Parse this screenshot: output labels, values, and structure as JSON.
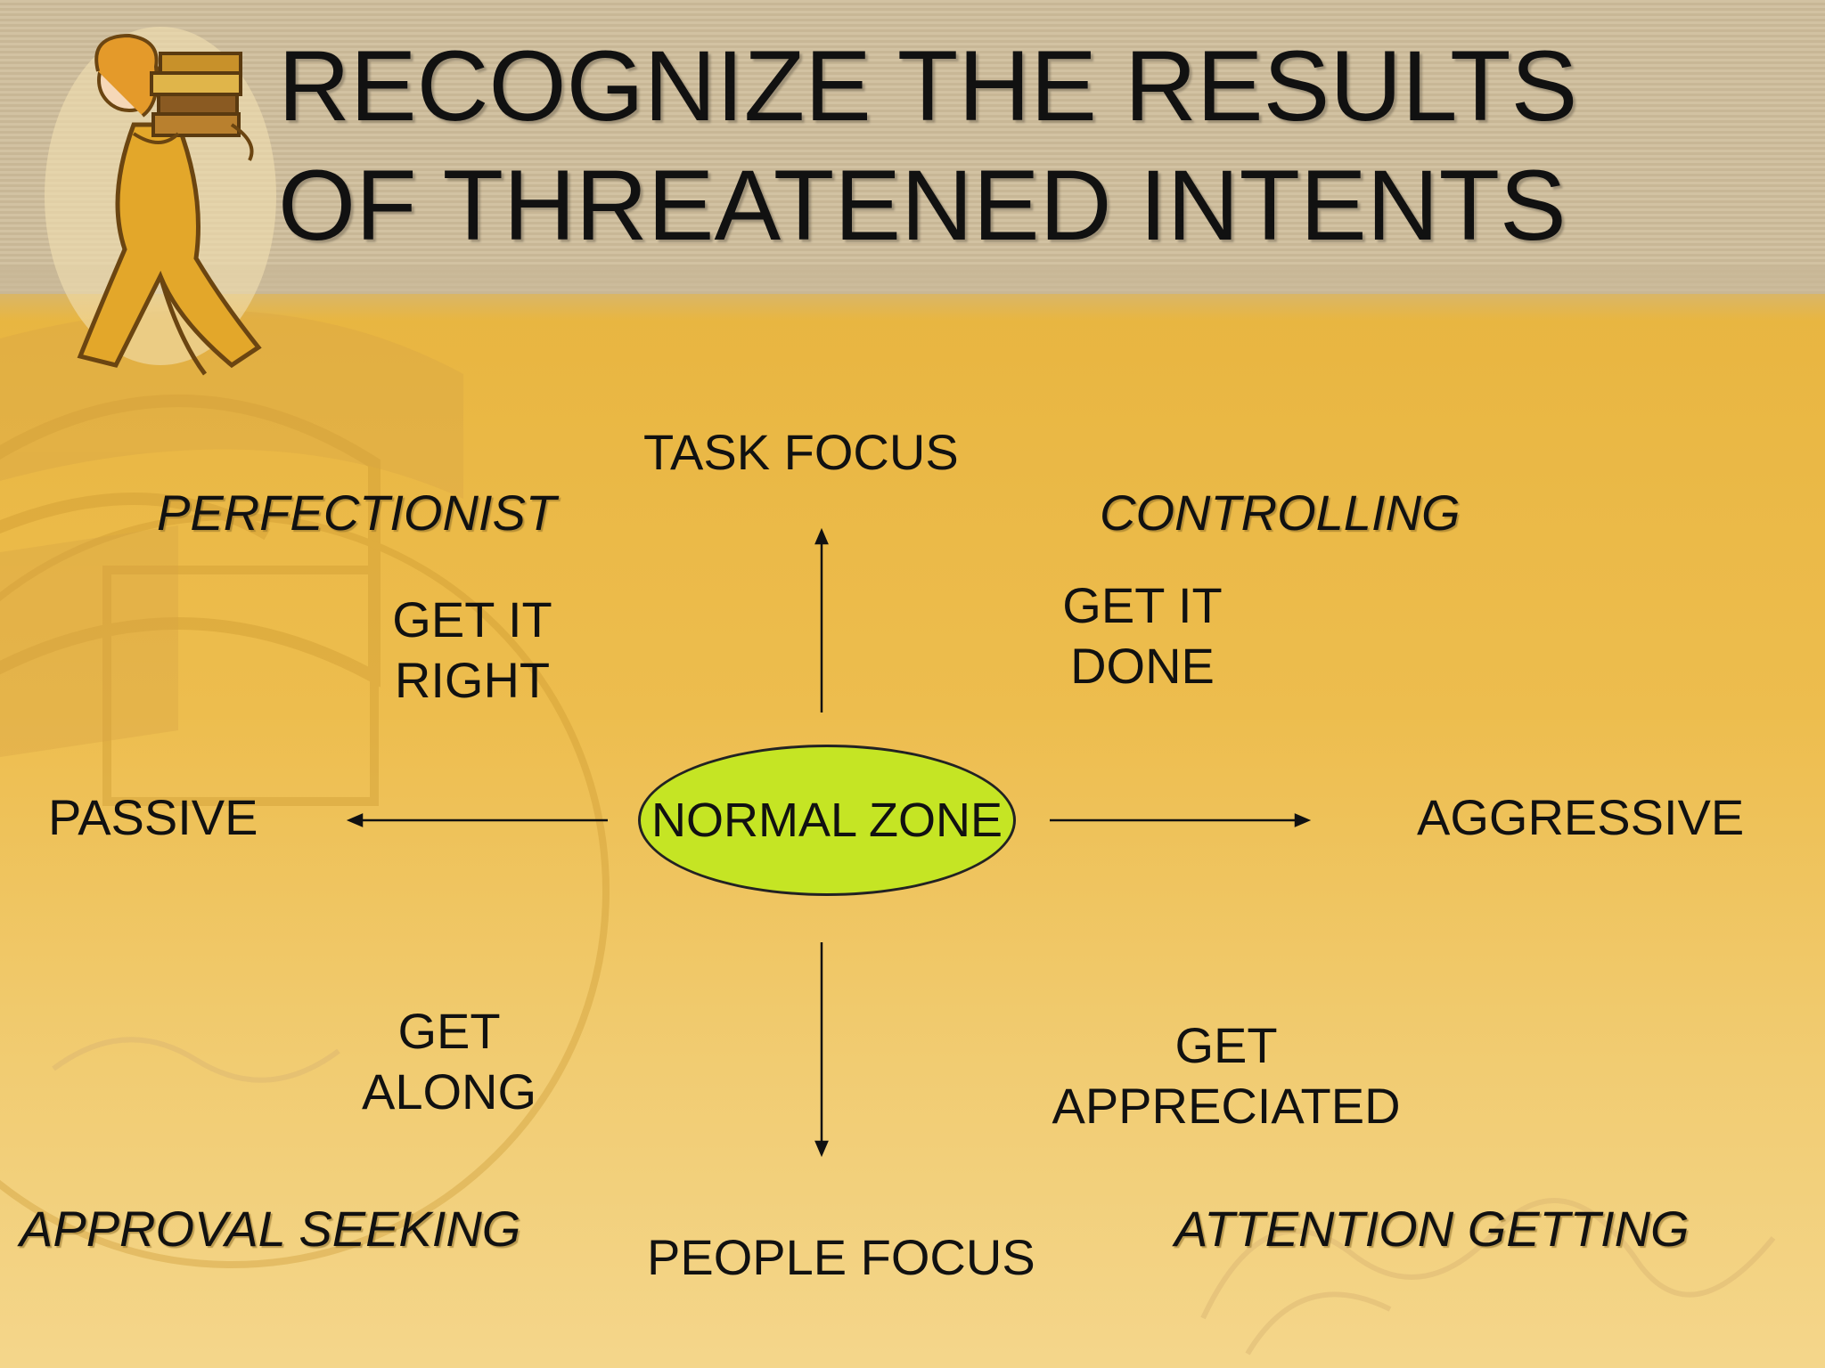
{
  "title": {
    "line1": "RECOGNIZE THE RESULTS",
    "line2": "OF THREATENED INTENTS"
  },
  "axes": {
    "top": "TASK FOCUS",
    "bottom": "PEOPLE FOCUS",
    "left": "PASSIVE",
    "right": "AGGRESSIVE"
  },
  "center": "NORMAL ZONE",
  "quadrants": {
    "top_left": {
      "style": "PERFECTIONIST",
      "intent_line1": "GET IT",
      "intent_line2": "RIGHT"
    },
    "top_right": {
      "style": "CONTROLLING",
      "intent_line1": "GET IT",
      "intent_line2": "DONE"
    },
    "bottom_left": {
      "style": "APPROVAL SEEKING",
      "intent_line1": "GET",
      "intent_line2": "ALONG"
    },
    "bottom_right": {
      "style": "ATTENTION GETTING",
      "intent_line1": "GET",
      "intent_line2": "APPRECIATED"
    }
  },
  "colors": {
    "background": "#e8b540",
    "banner": "#cdbd9c",
    "ellipse": "#c5e524",
    "text": "#111111"
  },
  "icons": [
    "woman-carrying-books-clipart",
    "research-watermark"
  ]
}
